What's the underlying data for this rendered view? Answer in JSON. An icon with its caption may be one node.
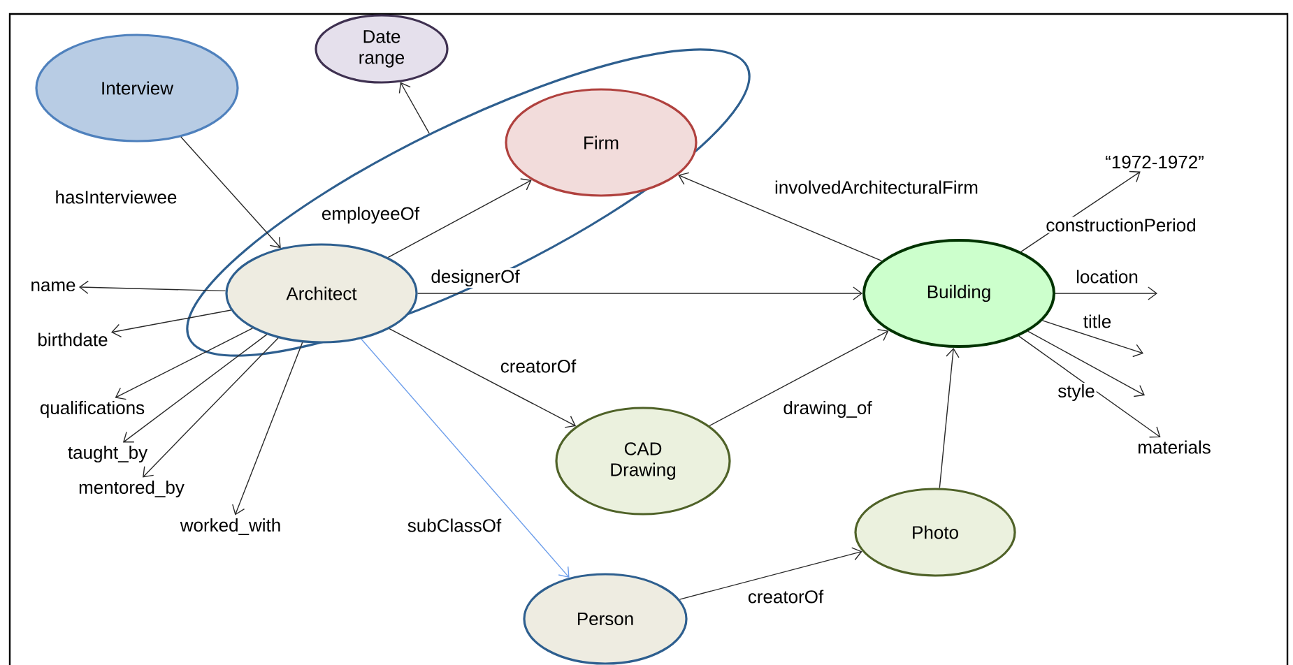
{
  "diagram": {
    "nodes": [
      {
        "text": [
          "Interview"
        ]
      },
      {
        "text": [
          "Date range"
        ]
      },
      {
        "text": [],
        "shape": "ellipse"
      },
      {
        "text": [
          "Firm"
        ],
        "in": 2
      },
      {
        "text": [
          "Architect"
        ],
        "in": 2
      },
      {
        "text": [
          "name"
        ]
      },
      {
        "text": [
          "birthdate"
        ]
      },
      {
        "text": [
          "qualifications"
        ]
      },
      {
        "text": [
          "taught_by"
        ]
      },
      {
        "text": [
          "mentored_by"
        ]
      },
      {
        "text": [
          "worked_with"
        ]
      },
      {
        "text": [
          "Building"
        ]
      },
      {
        "text": [
          "“1972-1972”"
        ]
      },
      {
        "text": [
          "CAD Drawing"
        ]
      },
      {
        "text": [
          "materials"
        ]
      },
      {
        "text": [
          "Photo"
        ]
      },
      {
        "text": [
          "Person"
        ]
      }
    ],
    "edges": [
      {
        "from": 0,
        "to": 4,
        "arrow": "to",
        "label": "hasInterviewee"
      },
      {
        "from": 4,
        "to": 3,
        "arrow": "to",
        "label": "employeeOf"
      },
      {
        "from": 4,
        "to": 11,
        "arrow": "to",
        "label": "designerOf"
      },
      {
        "from": 11,
        "to": 3,
        "arrow": "to",
        "label": "involvedArchitecturalFirm"
      },
      {
        "from": 2,
        "to": 1,
        "arrow": "to"
      },
      {
        "from": 4,
        "to": 5,
        "arrow": "to"
      },
      {
        "from": 4,
        "to": 6,
        "arrow": "to"
      },
      {
        "from": 4,
        "to": 7,
        "arrow": "to"
      },
      {
        "from": 4,
        "to": 8,
        "arrow": "to"
      },
      {
        "from": 4,
        "to": 9,
        "arrow": "to"
      },
      {
        "from": 4,
        "to": 10,
        "arrow": "to"
      },
      {
        "from": 4,
        "to": 13,
        "arrow": "to",
        "label": "creatorOf"
      },
      {
        "from": 4,
        "to": 16,
        "arrow": "to",
        "label": "subClassOf",
        "color": "#6d9eeb"
      },
      {
        "from": 13,
        "to": 11,
        "arrow": "to",
        "label": "drawing_of"
      },
      {
        "from": 15,
        "to": 11,
        "arrow": "to"
      },
      {
        "from": 16,
        "to": 15,
        "arrow": "to",
        "label": "creatorOf"
      },
      {
        "from": 11,
        "to": 12,
        "arrow": "to",
        "label": "constructionPeriod"
      },
      {
        "from": 11,
        "to": null,
        "arrow": "to",
        "label": "location"
      },
      {
        "from": 11,
        "to": null,
        "arrow": "to",
        "label": "title"
      },
      {
        "from": 11,
        "to": null,
        "arrow": "to"
      },
      {
        "from": 11,
        "to": 14,
        "arrow": "to",
        "label": "style"
      }
    ]
  }
}
